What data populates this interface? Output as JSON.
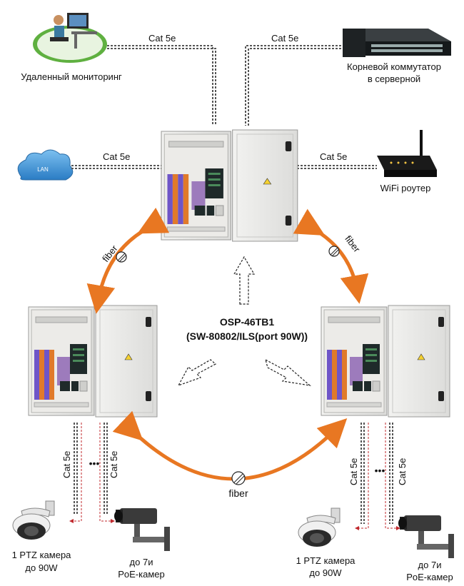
{
  "labels": {
    "monitoring": "Удаленный мониторинг",
    "root_switch_line1": "Корневой коммутатор",
    "root_switch_line2": "в серверной",
    "lan": "LAN",
    "wifi": "WiFi роутер",
    "cat5e": "Cat 5e",
    "fiber": "fiber",
    "product_line1": "OSP-46TB1",
    "product_line2": "(SW-80802/ILS(port 90W))",
    "ptz_line1": "1 PTZ камера",
    "ptz_line2": "до 90W",
    "poe_line1": "до 7и",
    "poe_line2": "PoE-камер",
    "dots": "•••"
  },
  "colors": {
    "fiber": "#e87722",
    "cabinet": "#e8e8e6",
    "switch_dark": "#1f2a2a",
    "cloud": "#3a8fd6",
    "power_block": "#e07a2a"
  },
  "icons": [
    "workstation-icon",
    "network-switch-icon",
    "lan-cloud-icon",
    "wifi-router-icon",
    "cabinet-icon",
    "ptz-camera-icon",
    "bullet-camera-icon"
  ]
}
